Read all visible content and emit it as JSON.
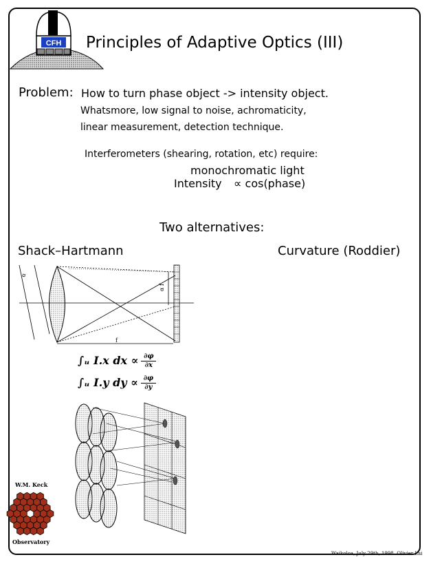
{
  "title": "Principles of Adaptive Optics (III)",
  "logo": {
    "cfh_text": "CFH"
  },
  "problem": {
    "label": "Problem:",
    "text": "How to turn phase object -> intensity object.",
    "line2": "Whatsmore, low signal to noise, achromaticity,",
    "line3": "linear measurement, detection technique."
  },
  "interferometers": {
    "text": "Interferometers (shearing, rotation, etc) require:",
    "monochromatic": "monochromatic light",
    "intensity": "Intensity",
    "proportional": "∝ cos(phase)"
  },
  "alternatives": {
    "heading": "Two alternatives:",
    "left": "Shack–Hartmann",
    "right": "Curvature (Roddier)"
  },
  "diagram": {
    "f_label": "f",
    "alpha_f_label": "α f",
    "alpha_label": "α"
  },
  "formula": {
    "row1": "∫ᵤ I.x dx ∝",
    "row1_num": "∂φ",
    "row1_den": "∂x",
    "row2": "∫ᵤ I.y dy ∝",
    "row2_num": "∂φ",
    "row2_den": "∂y"
  },
  "keck": {
    "top": "W.M. Keck",
    "bottom": "Observatory"
  },
  "footer": "Waikoloa, July 29th, 1998.   Olivier Lai"
}
